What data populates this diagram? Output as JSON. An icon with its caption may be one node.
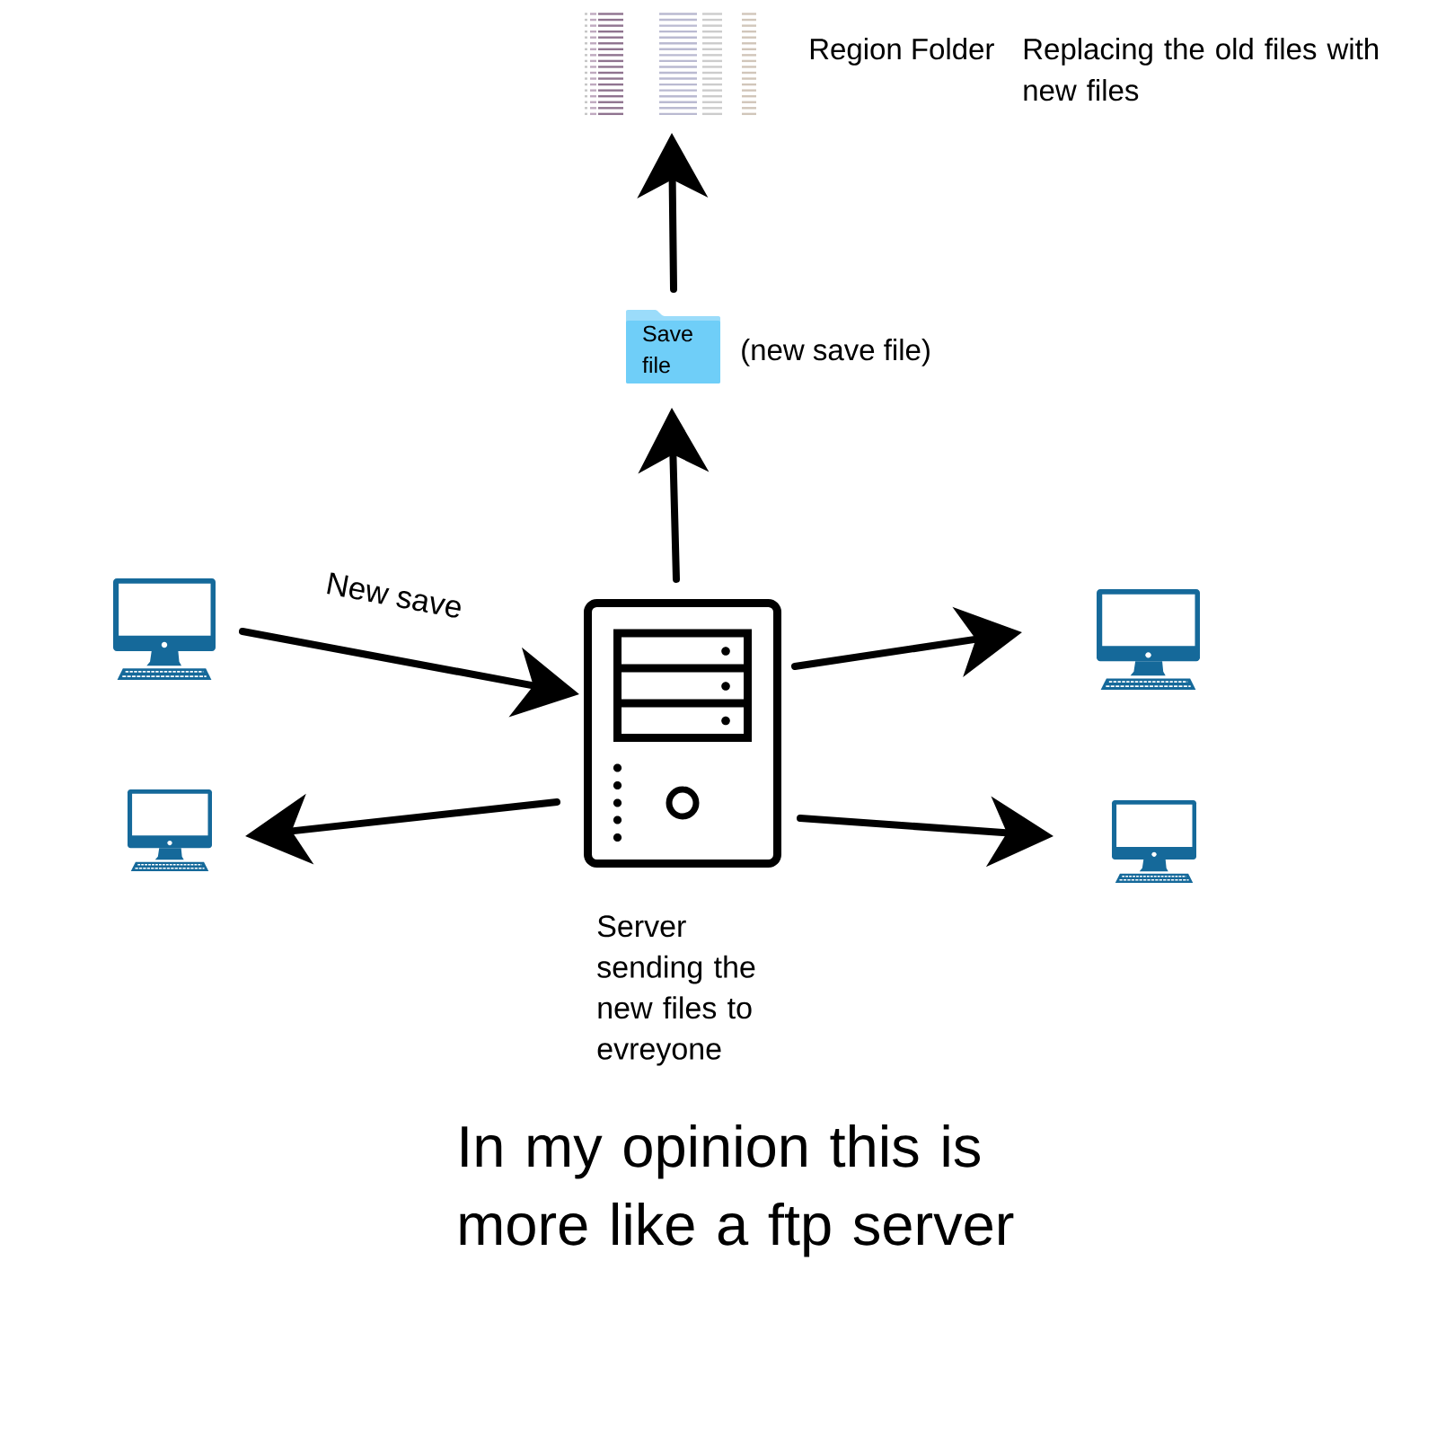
{
  "diagram": {
    "nodes": [
      {
        "text": [],
        "shape": "picture",
        "beside": [
          "Region Folder"
        ]
      },
      {
        "text": [
          "Save file"
        ],
        "beside": [
          "(new save file)"
        ]
      },
      {
        "text": [],
        "shape": "picture",
        "beside": [
          "Server sending the new files to evreyone"
        ]
      },
      {
        "text": [],
        "shape": "picture"
      },
      {
        "text": [],
        "shape": "picture"
      },
      {
        "text": [],
        "shape": "picture"
      },
      {
        "text": [],
        "shape": "picture"
      }
    ],
    "edges": [
      {
        "from": 1,
        "to": 0,
        "arrow": "to"
      },
      {
        "from": 2,
        "to": 1,
        "arrow": "to"
      },
      {
        "from": 3,
        "to": 2,
        "arrow": "to",
        "label": "New save"
      },
      {
        "from": 2,
        "to": 4,
        "arrow": "to"
      },
      {
        "from": 2,
        "to": 5,
        "arrow": "to"
      },
      {
        "from": 2,
        "to": 6,
        "arrow": "to"
      }
    ],
    "labels": [
      "Replacing the old files with new files"
    ],
    "caption": "In my opinion this is more like a ftp server"
  }
}
